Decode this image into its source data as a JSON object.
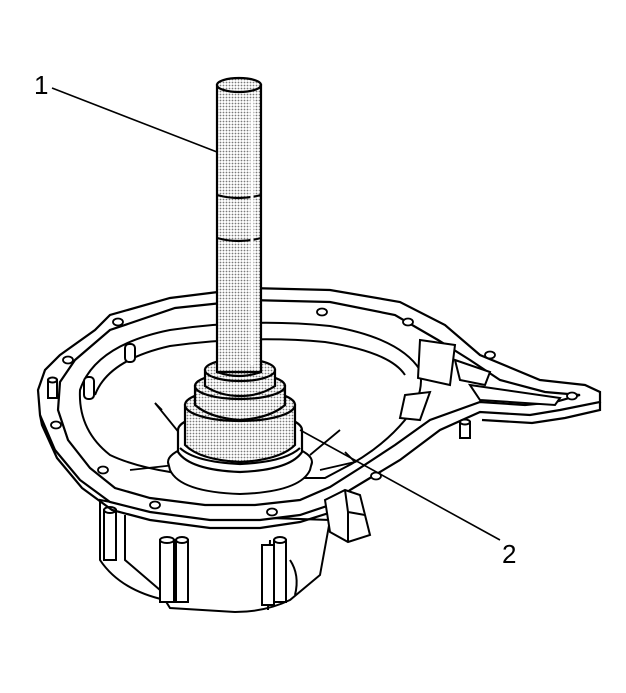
{
  "callouts": [
    {
      "number": "1",
      "part": "installer-tool"
    },
    {
      "number": "2",
      "part": "seal"
    }
  ],
  "colors": {
    "line": "#000000",
    "fill": "#ffffff",
    "tool_shade": "#c8c8c8"
  }
}
